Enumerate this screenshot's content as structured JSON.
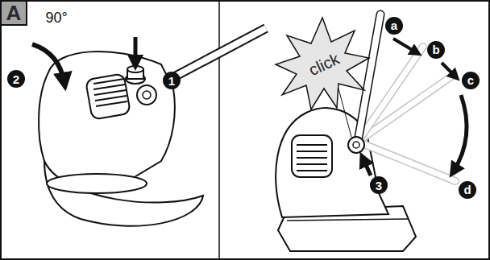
{
  "diagram": {
    "labels": [
      "A",
      "90°",
      "2",
      "1",
      "click",
      "a",
      "b",
      "c",
      "d",
      "3"
    ]
  }
}
